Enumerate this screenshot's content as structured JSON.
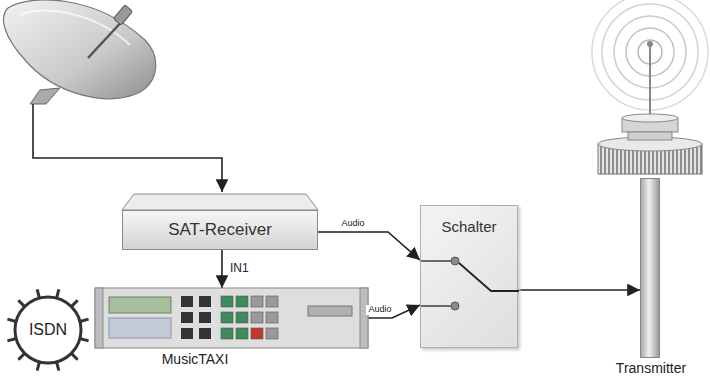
{
  "diagram": {
    "nodes": [
      {
        "text": [
          "SAT-Receiver"
        ]
      },
      {
        "text": [
          "Schalter"
        ]
      },
      {
        "text": [
          "ISDN"
        ]
      },
      {
        "text": [
          "MusicTAXI"
        ]
      },
      {
        "text": [
          "Transmitter"
        ]
      }
    ],
    "edges": [
      {
        "from": 0,
        "to": 3,
        "arrow": "to",
        "label": "IN1"
      },
      {
        "from": 0,
        "to": 1,
        "arrow": "to",
        "label": "Audio"
      },
      {
        "from": 3,
        "to": 1,
        "arrow": "to",
        "label": "Audio"
      },
      {
        "from": 1,
        "to": 4,
        "arrow": "to"
      }
    ]
  }
}
